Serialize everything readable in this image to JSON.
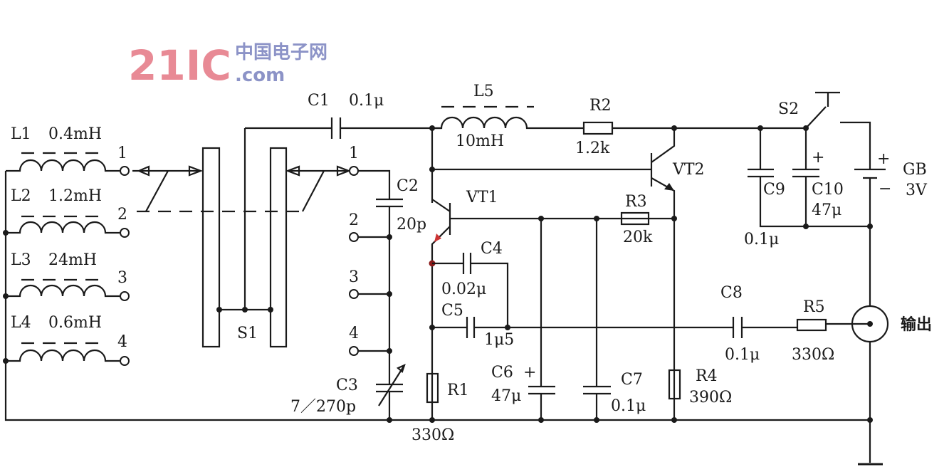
{
  "components": {
    "L1": {
      "name": "L1",
      "value": "0.4mH",
      "terminal": "1"
    },
    "L2": {
      "name": "L2",
      "value": "1.2mH",
      "terminal": "2"
    },
    "L3": {
      "name": "L3",
      "value": "24mH",
      "terminal": "3"
    },
    "L4": {
      "name": "L4",
      "value": "0.6mH",
      "terminal": "4"
    },
    "L5": {
      "name": "L5",
      "value": "10mH"
    },
    "S1": {
      "name": "S1",
      "contacts": [
        "1",
        "2",
        "3",
        "4"
      ]
    },
    "S2": {
      "name": "S2"
    },
    "C1": {
      "name": "C1",
      "value": "0.1μ"
    },
    "C2": {
      "name": "C2",
      "value": "20p"
    },
    "C3": {
      "name": "C3",
      "value": "7／270p"
    },
    "C4": {
      "name": "C4",
      "value": "0.02μ"
    },
    "C5": {
      "name": "C5",
      "value": "1μ5"
    },
    "C6": {
      "name": "C6",
      "value": "47μ",
      "polarity": "+"
    },
    "C7": {
      "name": "C7",
      "value": "0.1μ"
    },
    "C8": {
      "name": "C8",
      "value": "0.1μ"
    },
    "C9": {
      "name": "C9",
      "value": "0.1μ"
    },
    "C10": {
      "name": "C10",
      "value": "47μ",
      "polarity": "+"
    },
    "R1": {
      "name": "R1",
      "value": "330Ω"
    },
    "R2": {
      "name": "R2",
      "value": "1.2k"
    },
    "R3": {
      "name": "R3",
      "value": "20k"
    },
    "R4": {
      "name": "R4",
      "value": "390Ω"
    },
    "R5": {
      "name": "R5",
      "value": "330Ω"
    },
    "VT1": {
      "name": "VT1"
    },
    "VT2": {
      "name": "VT2"
    },
    "GB": {
      "name": "GB",
      "value": "3V",
      "plus": "+",
      "minus": "−"
    }
  },
  "output_label": "输出",
  "watermark": {
    "logo": "21IC",
    "site": "中国电子网",
    "domain": ".com"
  }
}
